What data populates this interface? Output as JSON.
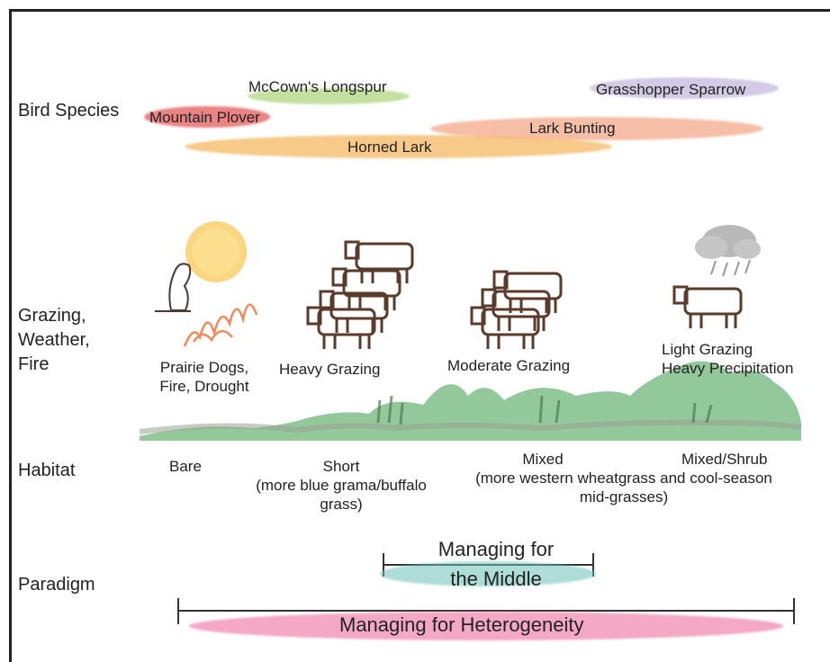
{
  "rows": {
    "birds": "Bird Species",
    "grazing": [
      "Grazing,",
      "Weather,",
      "Fire"
    ],
    "habitat": "Habitat",
    "paradigm": "Paradigm"
  },
  "birds": {
    "mccowns": "McCown's Longspur",
    "grasshopper": "Grasshopper Sparrow",
    "plover": "Mountain Plover",
    "lark_bunting": "Lark Bunting",
    "horned_lark": "Horned Lark"
  },
  "grazing": {
    "prairie_dogs": [
      "Prairie Dogs,",
      "Fire, Drought"
    ],
    "heavy": "Heavy Grazing",
    "moderate": "Moderate Grazing",
    "light": [
      "Light Grazing",
      "Heavy Precipitation"
    ]
  },
  "habitat": {
    "bare": "Bare",
    "short": [
      "Short",
      "(more blue grama/buffalo",
      "grass)"
    ],
    "mixed": [
      "Mixed",
      "(more western wheatgrass and cool-season",
      "mid-grasses)"
    ],
    "mixed_shrub": "Mixed/Shrub"
  },
  "paradigm": {
    "middle": [
      "Managing for",
      "the Middle"
    ],
    "heterogeneity": "Managing for Heterogeneity"
  },
  "colors": {
    "mccowns": "#b5d98a",
    "grasshopper": "#c9bde0",
    "plover": "#e65a5a",
    "lark_bunting": "#f5a98a",
    "horned_lark": "#f6b45a",
    "middle": "#6cc3b8",
    "heterogeneity": "#ef7aa8",
    "grass": "#6fb57a",
    "cattle": "#5a3a2a"
  }
}
